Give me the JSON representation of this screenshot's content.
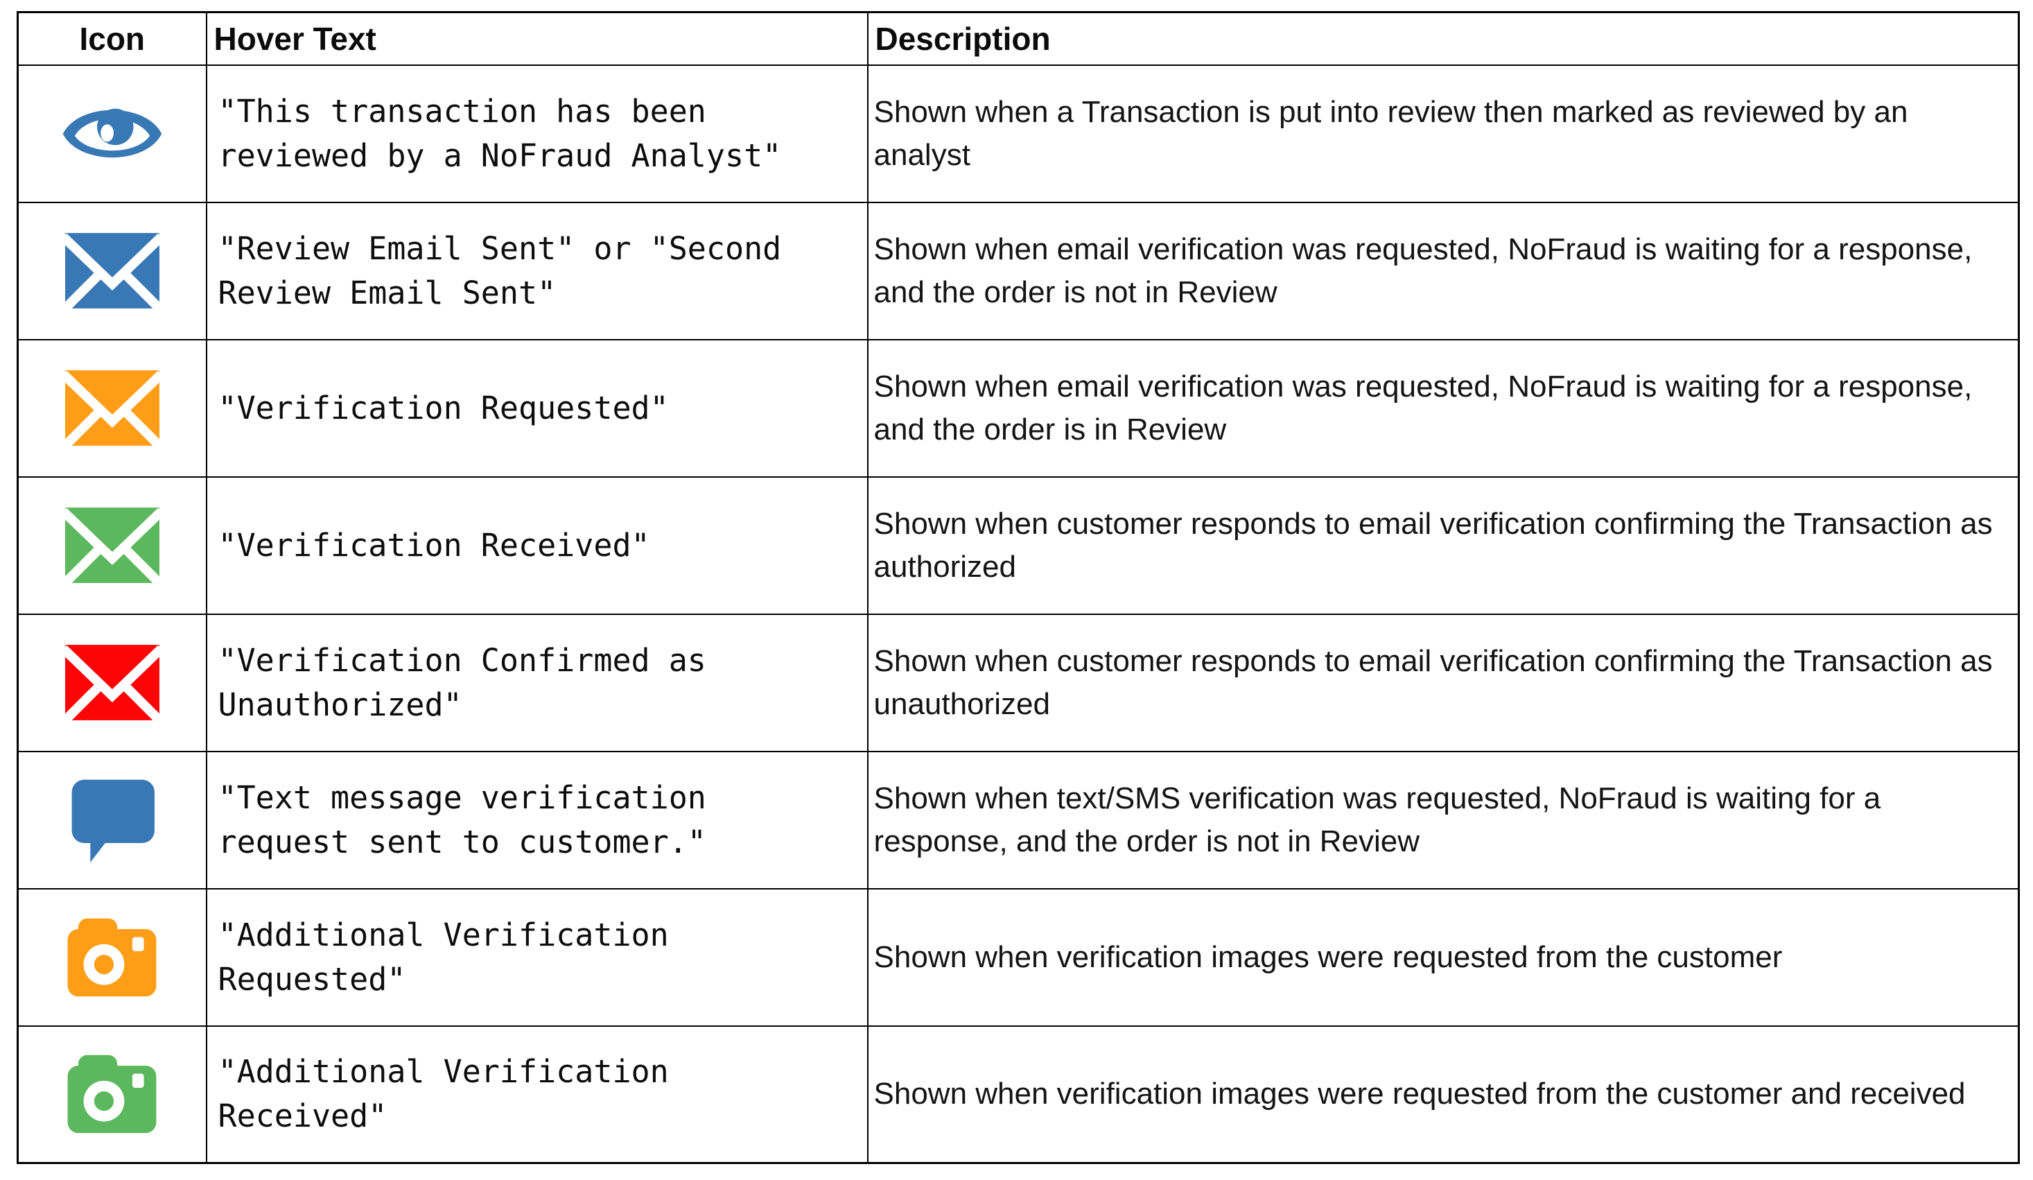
{
  "table": {
    "headers": [
      "Icon",
      "Hover Text",
      "Description"
    ],
    "rows": [
      {
        "icon": "eye-icon",
        "icon_color": "#3878b5",
        "hover_text": "\"This transaction has been reviewed by a NoFraud Analyst\"",
        "description": "Shown when a Transaction is put into review then marked as reviewed by an analyst"
      },
      {
        "icon": "envelope-icon",
        "icon_color": "#3878b5",
        "hover_text": "\"Review Email Sent\" or \"Second Review Email Sent\"",
        "description": "Shown when email verification was requested, NoFraud is waiting for a response, and the order is not in Review"
      },
      {
        "icon": "envelope-icon",
        "icon_color": "#ff9e16",
        "hover_text": "\"Verification Requested\"",
        "description": "Shown when email verification was requested, NoFraud is waiting for a response, and the order is in Review"
      },
      {
        "icon": "envelope-icon",
        "icon_color": "#5cb85c",
        "hover_text": "\"Verification Received\"",
        "description": "Shown when customer responds to email verification confirming the Transaction as authorized"
      },
      {
        "icon": "envelope-icon",
        "icon_color": "#fb0507",
        "hover_text": "\"Verification Confirmed as Unauthorized\"",
        "description": "Shown when customer responds to email verification confirming the Transaction as unauthorized"
      },
      {
        "icon": "chat-bubble-icon",
        "icon_color": "#3878b5",
        "hover_text": "\"Text message verification request sent to customer.\"",
        "description": "Shown when text/SMS verification was requested, NoFraud is waiting for a response, and the order is not in Review"
      },
      {
        "icon": "camera-icon",
        "icon_color": "#ff9e16",
        "hover_text": "\"Additional Verification Requested\"",
        "description": "Shown when verification images were requested from the customer"
      },
      {
        "icon": "camera-icon",
        "icon_color": "#5cb85c",
        "hover_text": "\"Additional Verification Received\"",
        "description": "Shown when verification images were requested from the customer and received"
      }
    ]
  }
}
